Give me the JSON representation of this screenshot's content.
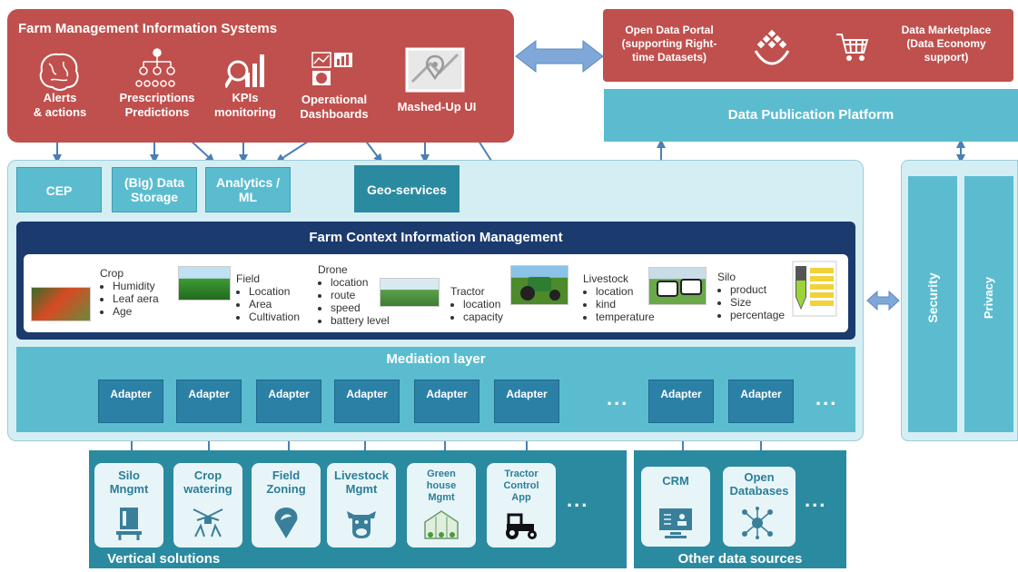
{
  "fmis": {
    "title": "Farm Management Information Systems",
    "items": [
      {
        "label": "Alerts\n& actions",
        "icon": "brain-icon"
      },
      {
        "label": "Prescriptions\nPredictions",
        "icon": "hierarchy-icon"
      },
      {
        "label": "KPIs\nmonitoring",
        "icon": "kpi-chart-icon"
      },
      {
        "label": "Operational\nDashboards",
        "icon": "dashboard-icon"
      },
      {
        "label": "Mashed-Up UI",
        "icon": "map-pin-icon"
      }
    ]
  },
  "open_data": {
    "portal_label": "Open Data Portal\n(supporting Right-\ntime Datasets)",
    "marketplace_label": "Data Marketplace\n(Data Economy\nsupport)",
    "portal_icon": "hand-data-icon",
    "marketplace_icon": "cart-icon"
  },
  "publication": {
    "label": "Data Publication Platform"
  },
  "services": {
    "cep": "CEP",
    "big_data": "(Big) Data\nStorage",
    "analytics": "Analytics /\nML",
    "geo": "Geo-services"
  },
  "context": {
    "title": "Farm Context Information Management",
    "entities": [
      {
        "name": "Crop",
        "attrs": [
          "Humidity",
          "Leaf aera",
          "Age"
        ]
      },
      {
        "name": "Field",
        "attrs": [
          "Location",
          "Area",
          "Cultivation"
        ]
      },
      {
        "name": "Drone",
        "attrs": [
          "location",
          "route",
          "speed",
          "battery level"
        ]
      },
      {
        "name": "Tractor",
        "attrs": [
          "location",
          "capacity"
        ]
      },
      {
        "name": "Livestock",
        "attrs": [
          "location",
          "kind",
          "temperature"
        ]
      },
      {
        "name": "Silo",
        "attrs": [
          "product",
          "Size",
          "percentage"
        ]
      }
    ]
  },
  "mediation": {
    "title": "Mediation layer",
    "adapter_label": "Adapter",
    "adapters_left": [
      "Adapter",
      "Adapter",
      "Adapter",
      "Adapter",
      "Adapter",
      "Adapter"
    ],
    "adapters_right": [
      "Adapter",
      "Adapter"
    ],
    "ellipsis": "..."
  },
  "side": {
    "security": "Security",
    "privacy": "Privacy"
  },
  "vertical": {
    "title": "Vertical solutions",
    "items": [
      {
        "label": "Silo\nMngmt",
        "icon": "silo-icon"
      },
      {
        "label": "Crop\nwatering",
        "icon": "sprinkler-icon"
      },
      {
        "label": "Field\nZoning",
        "icon": "location-leaf-icon"
      },
      {
        "label": "Livestock\nMgmt",
        "icon": "cow-icon"
      },
      {
        "label": "Green\nhouse\nMgmt",
        "icon": "greenhouse-icon"
      },
      {
        "label": "Tractor\nControl\nApp",
        "icon": "tractor-icon"
      }
    ],
    "ellipsis": "..."
  },
  "other": {
    "title": "Other data sources",
    "items": [
      {
        "label": "CRM",
        "icon": "crm-monitor-icon"
      },
      {
        "label": "Open\nDatabases",
        "icon": "network-icon"
      }
    ],
    "ellipsis": "..."
  },
  "colors": {
    "fmis_red": "#c0504d",
    "teal": "#5bbcd0",
    "navy": "#1b3a6e",
    "dark_teal": "#2a8aa0"
  }
}
